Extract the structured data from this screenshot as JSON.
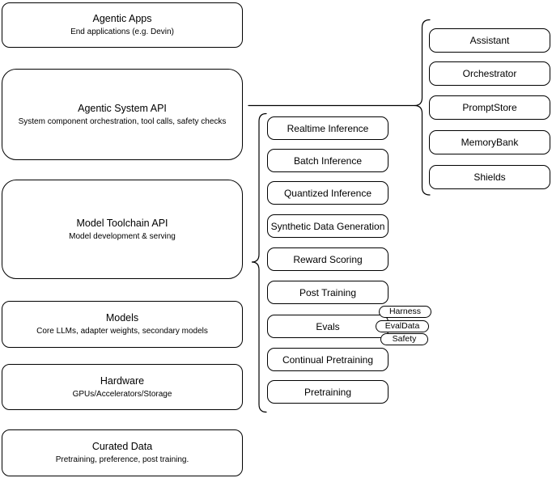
{
  "diagram": {
    "stack": [
      {
        "title": "Agentic Apps",
        "subtitle": "End applications (e.g. Devin)"
      },
      {
        "title": "Agentic System API",
        "subtitle": "System component orchestration, tool calls, safety checks"
      },
      {
        "title": "Model Toolchain API",
        "subtitle": "Model development & serving"
      },
      {
        "title": "Models",
        "subtitle": "Core LLMs, adapter weights, secondary models"
      },
      {
        "title": "Hardware",
        "subtitle": "GPUs/Accelerators/Storage"
      },
      {
        "title": "Curated Data",
        "subtitle": "Pretraining, preference, post training."
      }
    ],
    "toolchain": {
      "items": [
        {
          "label": "Realtime Inference"
        },
        {
          "label": "Batch Inference"
        },
        {
          "label": "Quantized Inference"
        },
        {
          "label": "Synthetic Data Generation"
        },
        {
          "label": "Reward Scoring"
        },
        {
          "label": "Post Training"
        },
        {
          "label": "Evals"
        },
        {
          "label": "Continual Pretraining"
        },
        {
          "label": "Pretraining"
        }
      ],
      "eval_tags": [
        {
          "label": "Harness"
        },
        {
          "label": "EvalData"
        },
        {
          "label": "Safety"
        }
      ]
    },
    "system_components": {
      "items": [
        {
          "label": "Assistant"
        },
        {
          "label": "Orchestrator"
        },
        {
          "label": "PromptStore"
        },
        {
          "label": "MemoryBank"
        },
        {
          "label": "Shields"
        }
      ]
    },
    "colors": {
      "stroke": "#000000",
      "background": "#ffffff",
      "text": "#000000"
    }
  }
}
